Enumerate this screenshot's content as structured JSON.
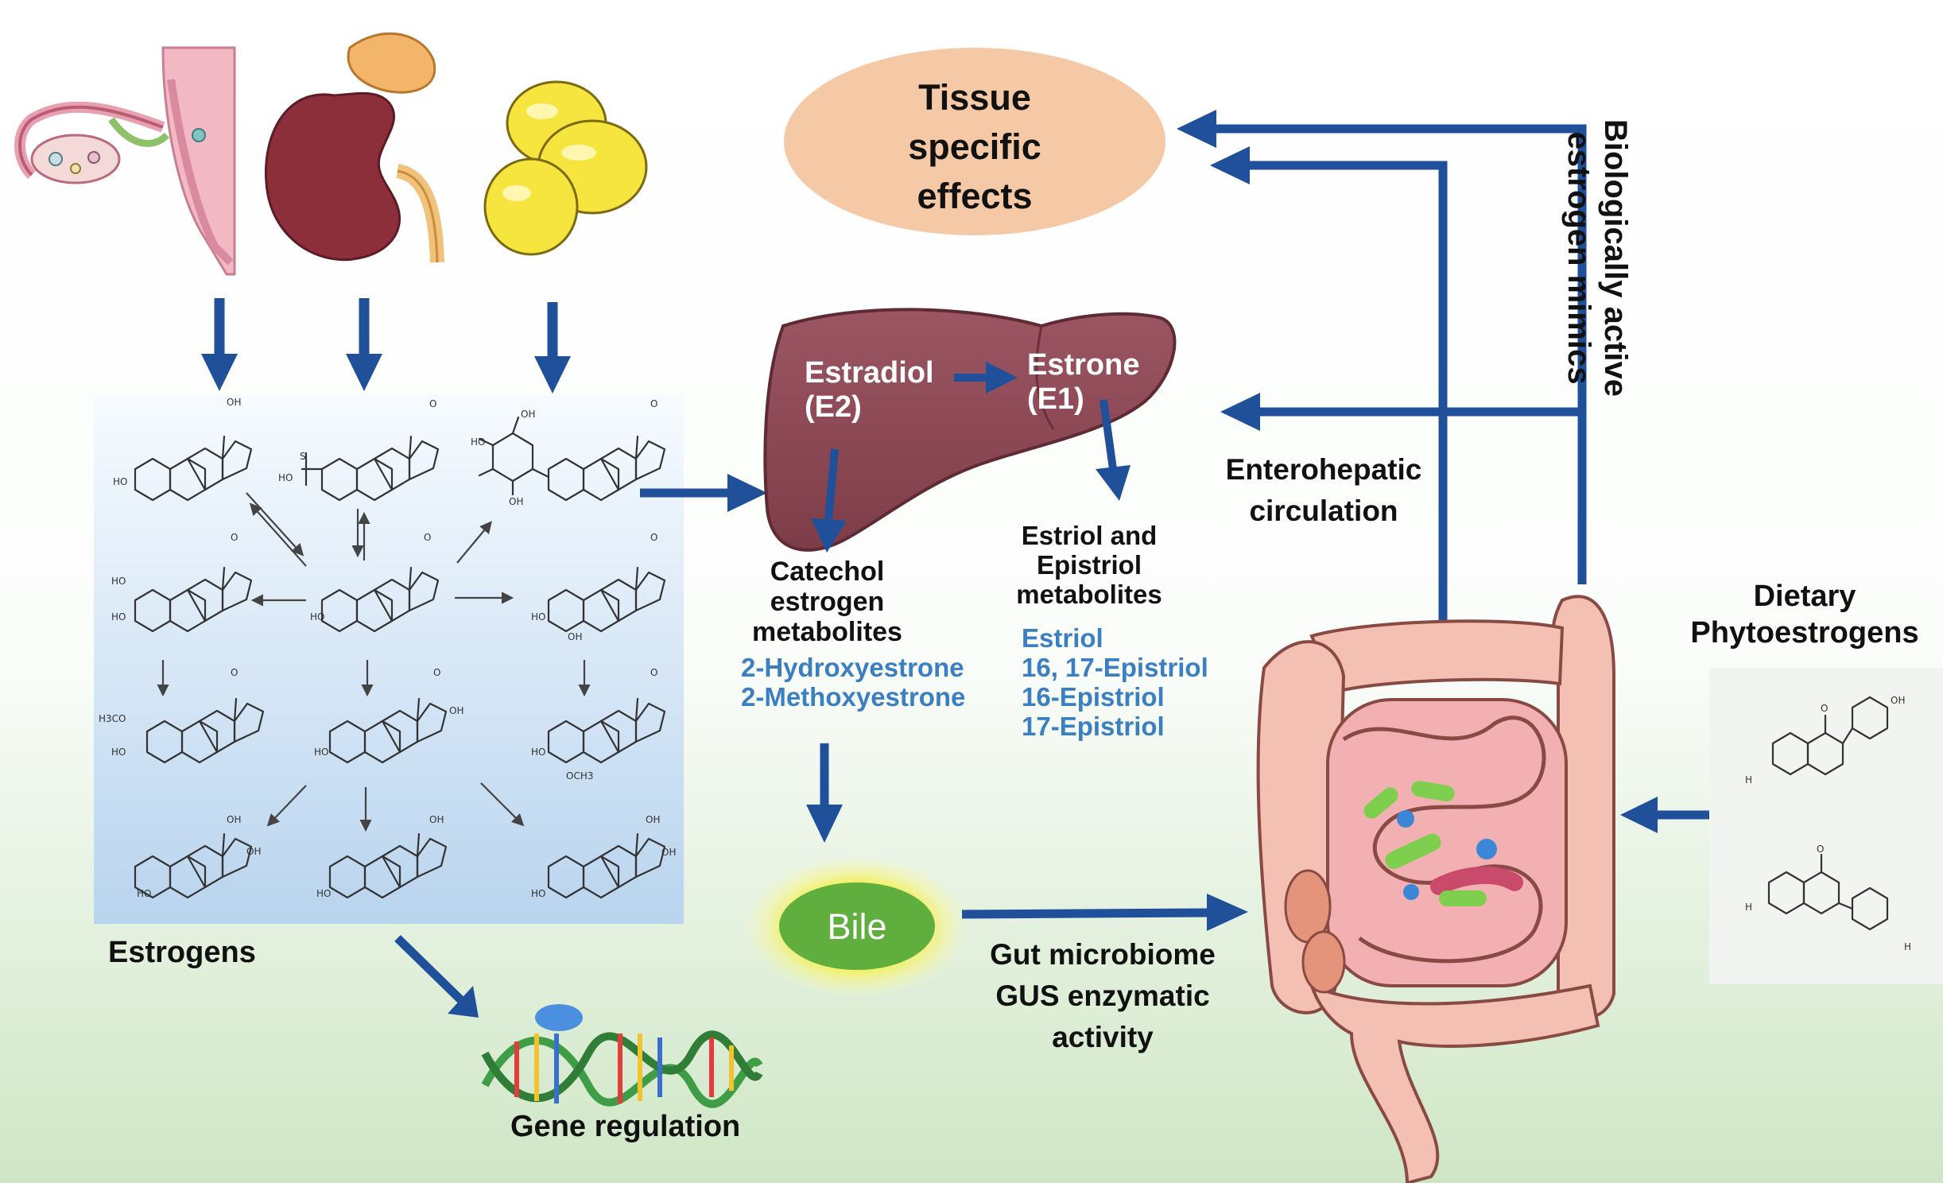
{
  "labels": {
    "tissue": "Tissue\nspecific\neffects",
    "bio_mimics": "Biologically active\nestrogen mimics",
    "estradiol": "Estradiol\n(E2)",
    "estrone": "Estrone\n(E1)",
    "enterohepatic": "Enterohepatic\ncirculation",
    "catechol": "Catechol\nestrogen\nmetabolites",
    "catechol_list": "2-Hydroxyestrone\n2-Methoxyestrone",
    "estriol_heading": "Estriol and\nEpistriol\nmetabolites",
    "estriol_list": "Estriol\n16, 17-Epistriol\n16-Epistriol\n17-Epistriol",
    "dietary": "Dietary\nPhytoestrogens",
    "bile": "Bile",
    "gut": "Gut microbiome\nGUS enzymatic\nactivity",
    "estrogens": "Estrogens",
    "gene": "Gene regulation"
  },
  "chem_labels": {
    "oh": "OH",
    "ho": "HO",
    "o": "O",
    "h3co": "H3CO",
    "och3": "OCH3",
    "s": "S",
    "h": "H"
  },
  "icons": {
    "reproductive": "uterus-ovary-icon",
    "kidney": "kidney-adrenal-icon",
    "fat": "adipose-tissue-icon",
    "liver": "liver-icon",
    "intestine": "intestine-icon",
    "dna": "dna-helix-icon"
  },
  "colors": {
    "arrow": "#20509a",
    "tissue_fill": "#f6c9a6",
    "liver": "#8e4a56",
    "bile": "#5fae3e",
    "link_text": "#3a7fc1",
    "estrogen_panel_top": "#f7fbff",
    "estrogen_panel_bottom": "#b9d4ee",
    "background_bottom": "#cfe6c5"
  }
}
